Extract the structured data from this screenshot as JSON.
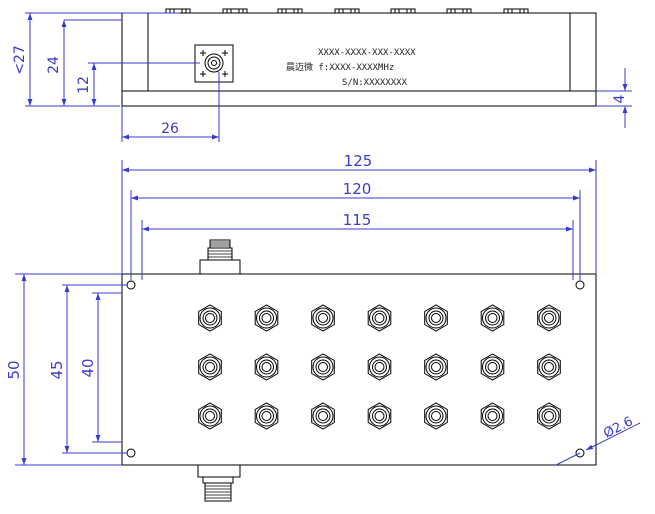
{
  "colors": {
    "background": "#ffffff",
    "outline": "#000000",
    "dimension": "#3a3ad0"
  },
  "side_view": {
    "label": {
      "part_number": "XXXX-XXXX-XXX-XXXX",
      "brand_freq": "晨迈微 f:XXXX-XXXXMHz",
      "serial": "S/N:XXXXXXXX"
    },
    "dims": {
      "total_height": "<27",
      "body_height": "24",
      "connector_height": "12",
      "connector_offset": "26",
      "flange_thickness": "4"
    }
  },
  "top_view": {
    "dims": {
      "overall_length": "125",
      "hole_span_outer": "120",
      "hole_span_inner": "115",
      "width": "50",
      "hole_width_span": "45",
      "inner_width": "40",
      "hole_diameter": "Ø2.6"
    },
    "tuning_grid": {
      "rows": 3,
      "cols": 7
    }
  }
}
